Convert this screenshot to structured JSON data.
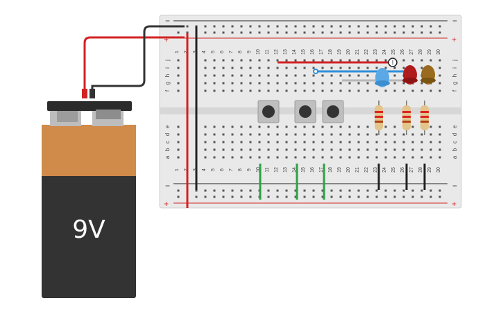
{
  "battery": {
    "label": "9V",
    "body_color": "#333333",
    "top_color": "#d08a4a",
    "cap_color": "#2b2b2b"
  },
  "breadboard": {
    "background": "#e9e9e9",
    "rail_plus": "+",
    "rail_minus": "−",
    "rows_top": [
      "j",
      "i",
      "h",
      "g",
      "f"
    ],
    "rows_bottom": [
      "e",
      "d",
      "c",
      "b",
      "a"
    ],
    "columns": [
      "1",
      "2",
      "3",
      "4",
      "5",
      "6",
      "7",
      "8",
      "9",
      "10",
      "11",
      "12",
      "13",
      "14",
      "15",
      "16",
      "17",
      "18",
      "19",
      "20",
      "21",
      "22",
      "23",
      "24",
      "25",
      "26",
      "27",
      "28",
      "29",
      "30"
    ]
  },
  "components": {
    "pushbuttons": 3,
    "resistors": 3,
    "leds": [
      {
        "color": "blue",
        "hex": "#5aa9e6"
      },
      {
        "color": "red",
        "hex": "#b01c1c"
      },
      {
        "color": "yellow",
        "hex": "#9a6b1e"
      }
    ],
    "warning_marker": "!"
  },
  "wires": {
    "power": "#d22222",
    "ground": "#222222",
    "signal_blue": "#2f8fd8",
    "signal_gray": "#b8b8b8",
    "button_leg": "#2ea043"
  }
}
